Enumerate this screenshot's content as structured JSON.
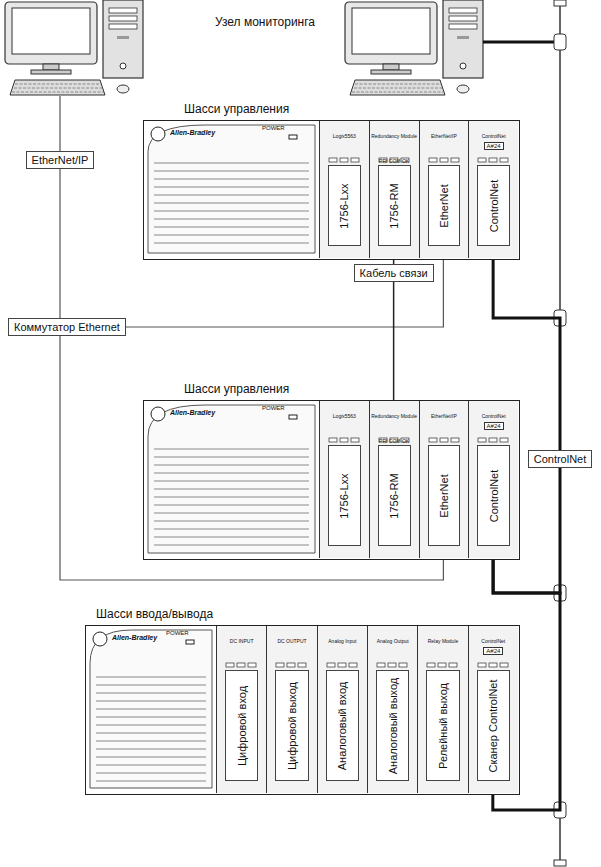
{
  "diagram": {
    "nodes": [
      {
        "text": [
          "Шасси управления"
        ]
      },
      {
        "text": [
          "1756-Lxx"
        ],
        "in": 0
      },
      {
        "text": [
          "1756-RM"
        ],
        "in": 0
      },
      {
        "text": [
          "EtherNet"
        ],
        "in": 0
      },
      {
        "text": [
          "ControlNet"
        ],
        "in": 0
      },
      {
        "text": [
          "Шасси управления"
        ]
      },
      {
        "text": [
          "1756-Lxx"
        ],
        "in": 5
      },
      {
        "text": [
          "1756-RM"
        ],
        "in": 5
      },
      {
        "text": [
          "EtherNet"
        ],
        "in": 5
      },
      {
        "text": [
          "ControlNet"
        ],
        "in": 5
      },
      {
        "text": [
          "Шасси ввода/вывода"
        ]
      },
      {
        "text": [
          "Цифровой вход"
        ],
        "in": 10
      },
      {
        "text": [
          "Цифровой выход"
        ],
        "in": 10
      },
      {
        "text": [
          "Аналоговый вход"
        ],
        "in": 10
      },
      {
        "text": [
          "Аналоговый выход"
        ],
        "in": 10
      },
      {
        "text": [
          "Релейный выход"
        ],
        "in": 10
      },
      {
        "text": [
          "Сканер ControlNet"
        ],
        "in": 10
      },
      {
        "text": [
          "Коммутатор Ethernet"
        ]
      },
      {
        "text": [
          "Кабель связи"
        ]
      }
    ],
    "edges": [
      {
        "from": 17,
        "to": 3,
        "arrow": "none"
      },
      {
        "from": 17,
        "to": 8,
        "arrow": "none"
      },
      {
        "from": 2,
        "to": 18,
        "arrow": "none"
      },
      {
        "from": 18,
        "to": 7,
        "arrow": "none"
      },
      {
        "from": 4,
        "to": 9,
        "label": "ControlNet",
        "arrow": "none"
      },
      {
        "from": 9,
        "to": 16,
        "arrow": "none"
      }
    ],
    "labels": [
      "Узел мониторинга",
      "EtherNet/IP",
      "Allen-Bradley",
      "POWER",
      "Logix5563",
      "Redundancy Module",
      "PRI COM OK",
      "EtherNet/IP",
      "ControlNet",
      "A#24",
      "Allen-Bradley",
      "POWER",
      "Logix5563",
      "Redundancy Module",
      "PRI COM OK",
      "EtherNet/IP",
      "ControlNet",
      "A#24",
      "Allen-Bradley",
      "POWER",
      "DC INPUT",
      "DC OUTPUT",
      "Analog Input",
      "Analog Output",
      "Relay Module",
      "ControlNet",
      "A#24"
    ]
  }
}
